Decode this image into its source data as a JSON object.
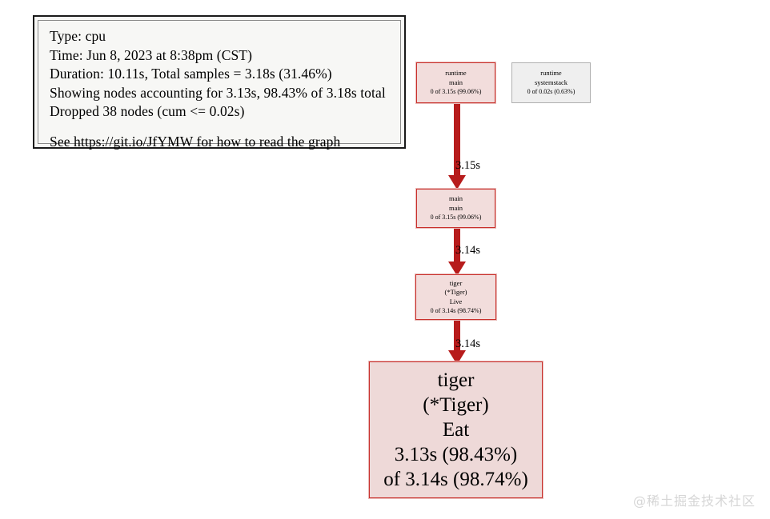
{
  "legend": {
    "lines": [
      "Type: cpu",
      "Time: Jun 8, 2023 at 8:38pm (CST)",
      "Duration: 10.11s, Total samples = 3.18s (31.46%)",
      "Showing nodes accounting for 3.13s, 98.43% of 3.18s total",
      "Dropped 38 nodes (cum <= 0.02s)"
    ],
    "footer": "See https://git.io/JfYMW for how to read the graph"
  },
  "graph": {
    "nodes": [
      {
        "id": "runtime-main",
        "line1": "runtime",
        "line2": "main",
        "stat": "0 of 3.15s (99.06%)",
        "color": "#f2dddc",
        "border": "#c9302c"
      },
      {
        "id": "runtime-systemstack",
        "line1": "runtime",
        "line2": "systemstack",
        "stat": "0 of 0.02s (0.63%)",
        "color": "#efefef",
        "border": "#b0b0b0"
      },
      {
        "id": "main-main",
        "line1": "main",
        "line2": "main",
        "stat": "0 of 3.15s (99.06%)",
        "color": "#f2dddc",
        "border": "#c9302c"
      },
      {
        "id": "tiger-live",
        "line1": "tiger",
        "line2": "(*Tiger)",
        "line3": "Live",
        "stat": "0 of 3.14s (98.74%)",
        "color": "#f2dddc",
        "border": "#c9302c"
      }
    ],
    "focus_node": {
      "id": "tiger-eat",
      "line1": "tiger",
      "line2": "(*Tiger)",
      "line3": "Eat",
      "line4": "3.13s (98.43%)",
      "line5": "of 3.14s (98.74%)",
      "color": "#eed9d8",
      "border": "#c9302c"
    },
    "edges": [
      {
        "id": "edge-1",
        "from": "runtime-main",
        "to": "main-main",
        "label": "3.15s"
      },
      {
        "id": "edge-2",
        "from": "main-main",
        "to": "tiger-live",
        "label": "3.14s"
      },
      {
        "id": "edge-3",
        "from": "tiger-live",
        "to": "tiger-eat",
        "label": "3.14s"
      }
    ],
    "edge_color": "#b71c1c"
  },
  "watermark": "@稀土掘金技术社区"
}
